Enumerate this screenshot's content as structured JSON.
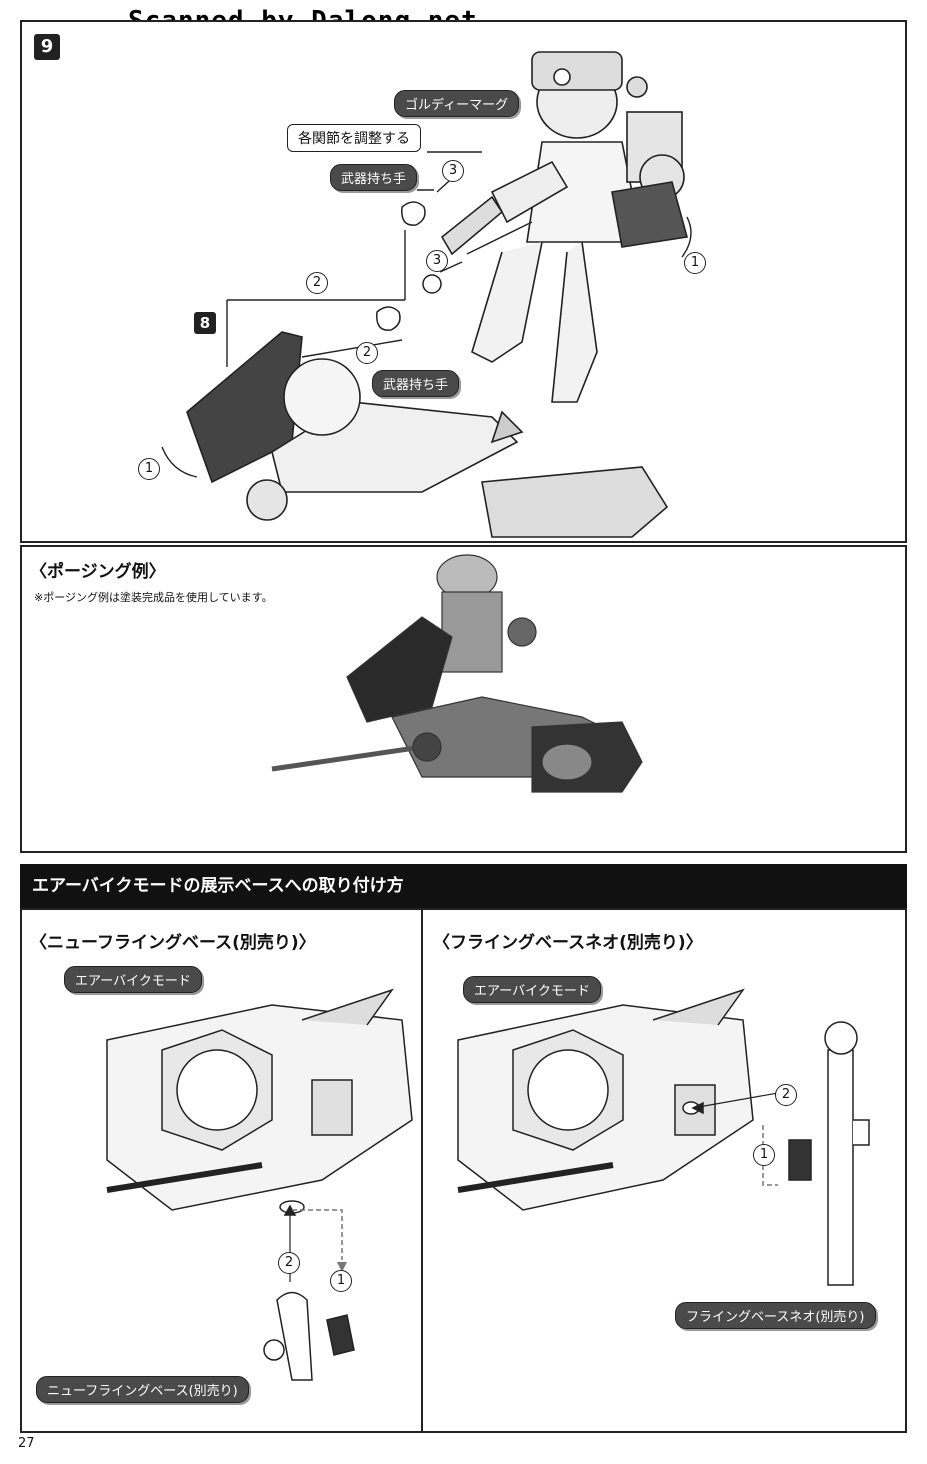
{
  "watermark": "Scanned by Dalong.net",
  "step9": {
    "number": "9",
    "labels": {
      "goldy_marg": "ゴルディーマーグ",
      "adjust_joints": "各関節を調整する",
      "weapon_hand_top": "武器持ち手",
      "weapon_hand_bottom": "武器持ち手"
    },
    "callouts": {
      "c3a": "3",
      "c3b": "3",
      "c2a": "2",
      "c2b": "2",
      "c1a": "1",
      "c1b": "1"
    },
    "ref_step": "8"
  },
  "posing": {
    "title": "〈ポージング例〉",
    "note": "※ポージング例は塗装完成品を使用しています。"
  },
  "mount": {
    "header": "エアーバイクモードの展示ベースへの取り付け方",
    "left": {
      "title": "〈ニューフライングベース(別売り)〉",
      "mode_label": "エアーバイクモード",
      "base_label": "ニューフライングベース(別売り)",
      "c1": "1",
      "c2": "2"
    },
    "right": {
      "title": "〈フライングベースネオ(別売り)〉",
      "mode_label": "エアーバイクモード",
      "base_label": "フライングベースネオ(別売り)",
      "c1": "1",
      "c2": "2"
    }
  },
  "page_number": "27"
}
